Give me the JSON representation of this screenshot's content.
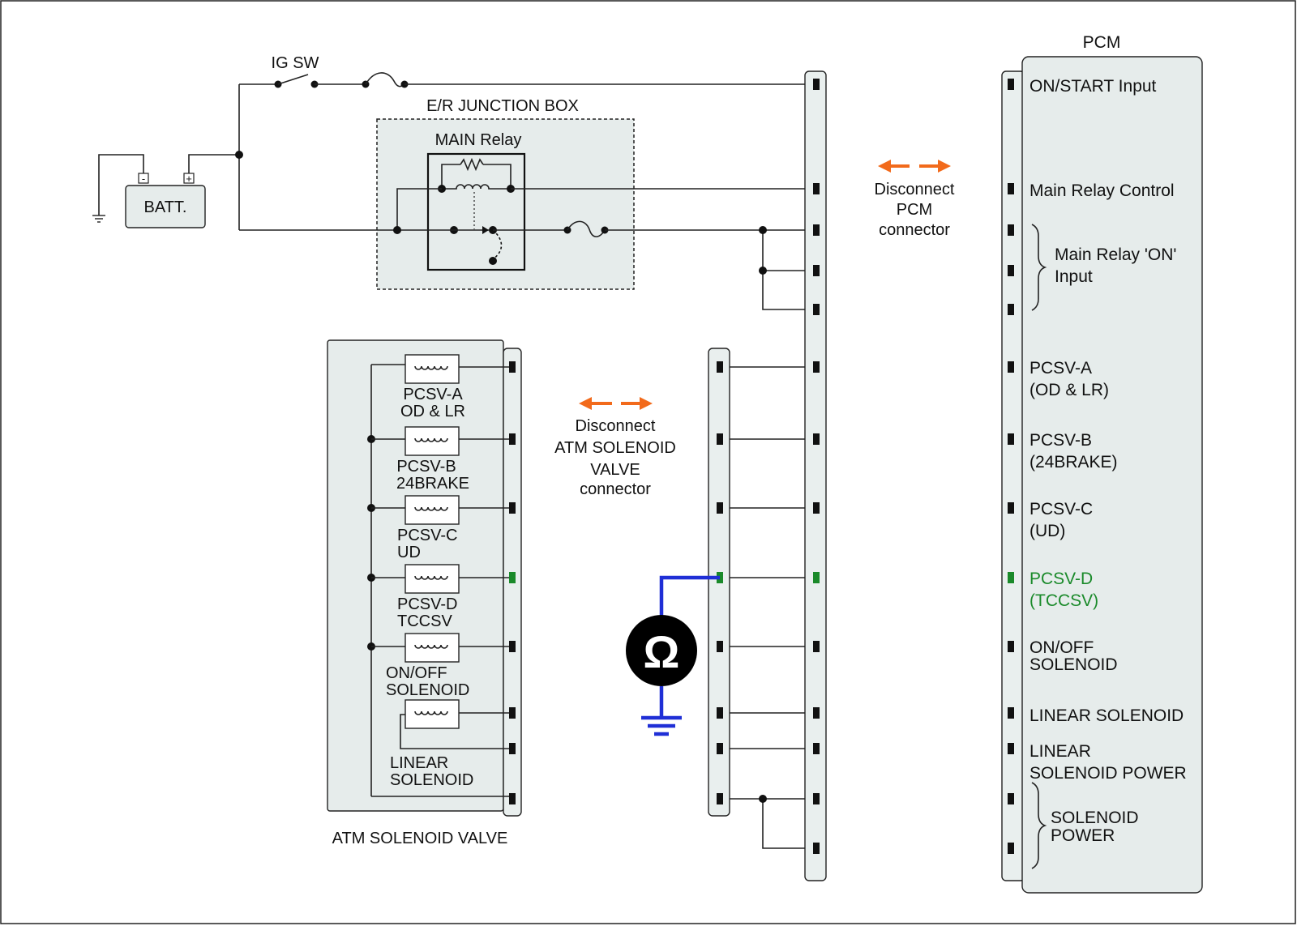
{
  "labels": {
    "ig_sw": "IG SW",
    "junction_box": "E/R JUNCTION BOX",
    "main_relay": "MAIN Relay",
    "battery": "BATT.",
    "battery_neg": "-",
    "battery_pos": "+",
    "pcm_title": "PCM",
    "disconnect_pcm": [
      "Disconnect",
      "PCM",
      "connector"
    ],
    "disconnect_atm": [
      "Disconnect",
      "ATM SOLENOID",
      "VALVE",
      "connector"
    ],
    "atm_block_title": "ATM SOLENOID VALVE",
    "meter_symbol": "Ω"
  },
  "solenoids": [
    {
      "lines": [
        "PCSV-A",
        "OD & LR"
      ]
    },
    {
      "lines": [
        "PCSV-B",
        "24BRAKE"
      ]
    },
    {
      "lines": [
        "PCSV-C",
        "UD"
      ]
    },
    {
      "lines": [
        "PCSV-D",
        "TCCSV"
      ]
    },
    {
      "lines": [
        "ON/OFF",
        "SOLENOID"
      ]
    },
    {
      "lines": [
        "LINEAR",
        "SOLENOID"
      ]
    }
  ],
  "pcm_pins": [
    {
      "lines": [
        "ON/START Input"
      ]
    },
    {
      "lines": [
        "Main Relay Control"
      ]
    },
    {
      "lines": [
        "Main Relay 'ON'",
        "Input"
      ]
    },
    {
      "lines": [
        "PCSV-A",
        "(OD & LR)"
      ]
    },
    {
      "lines": [
        "PCSV-B",
        "(24BRAKE)"
      ]
    },
    {
      "lines": [
        "PCSV-C",
        "(UD)"
      ]
    },
    {
      "lines": [
        "PCSV-D",
        "(TCCSV)"
      ],
      "highlight": true
    },
    {
      "lines": [
        "ON/OFF",
        "SOLENOID"
      ]
    },
    {
      "lines": [
        "LINEAR SOLENOID"
      ]
    },
    {
      "lines": [
        "LINEAR",
        "SOLENOID POWER"
      ]
    },
    {
      "lines": [
        "SOLENOID",
        "POWER"
      ]
    }
  ],
  "colors": {
    "arrow": "#f26a1b",
    "meter_lead": "#1f2fd6",
    "highlight": "#1a8a2a"
  }
}
